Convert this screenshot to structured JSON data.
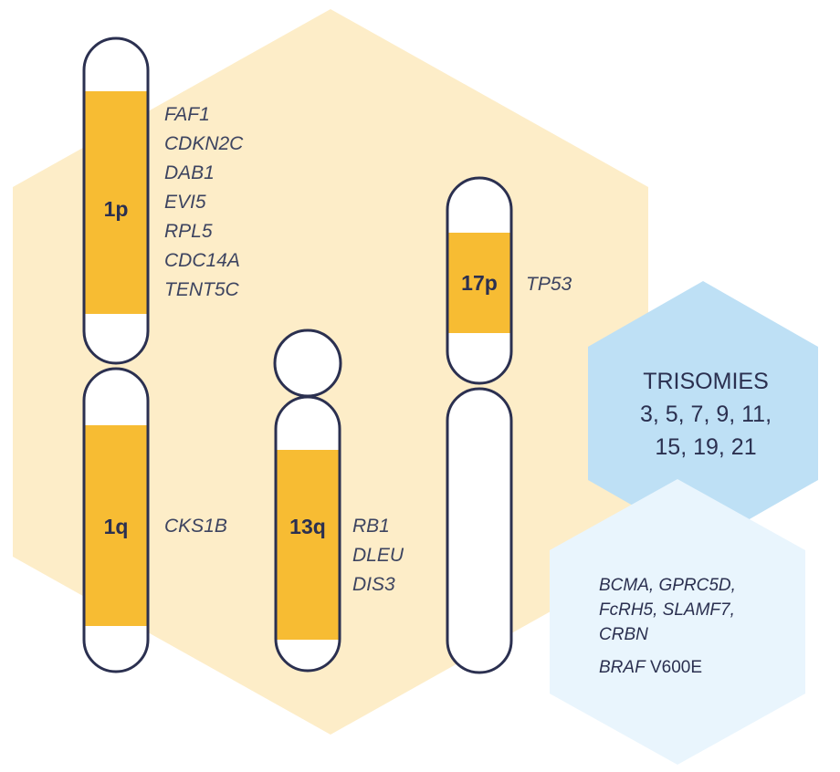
{
  "colors": {
    "big_hexagon": "#fdedc8",
    "band": "#f7bc33",
    "outline": "#2b3050",
    "trisomy_hexagon": "#bee0f5",
    "targets_hexagon": "#e9f5fd"
  },
  "chromosomes": {
    "chr1": {
      "p_arm": {
        "label": "1p",
        "genes": [
          "FAF1",
          "CDKN2C",
          "DAB1",
          "EVI5",
          "RPL5",
          "CDC14A",
          "TENT5C"
        ]
      },
      "q_arm": {
        "label": "1q",
        "genes": [
          "CKS1B"
        ]
      }
    },
    "chr13": {
      "q_arm": {
        "label": "13q",
        "genes": [
          "RB1",
          "DLEU",
          "DIS3"
        ]
      }
    },
    "chr17": {
      "p_arm": {
        "label": "17p",
        "genes": [
          "TP53"
        ]
      }
    }
  },
  "trisomies": {
    "title": "TRISOMIES",
    "line1": "3, 5, 7, 9, 11,",
    "line2": "15, 19, 21"
  },
  "targets": {
    "lines": [
      "BCMA, GPRC5D,",
      "FcRH5, SLAMF7,",
      "CRBN"
    ],
    "mutation_gene": "BRAF",
    "mutation_variant": "V600E"
  }
}
